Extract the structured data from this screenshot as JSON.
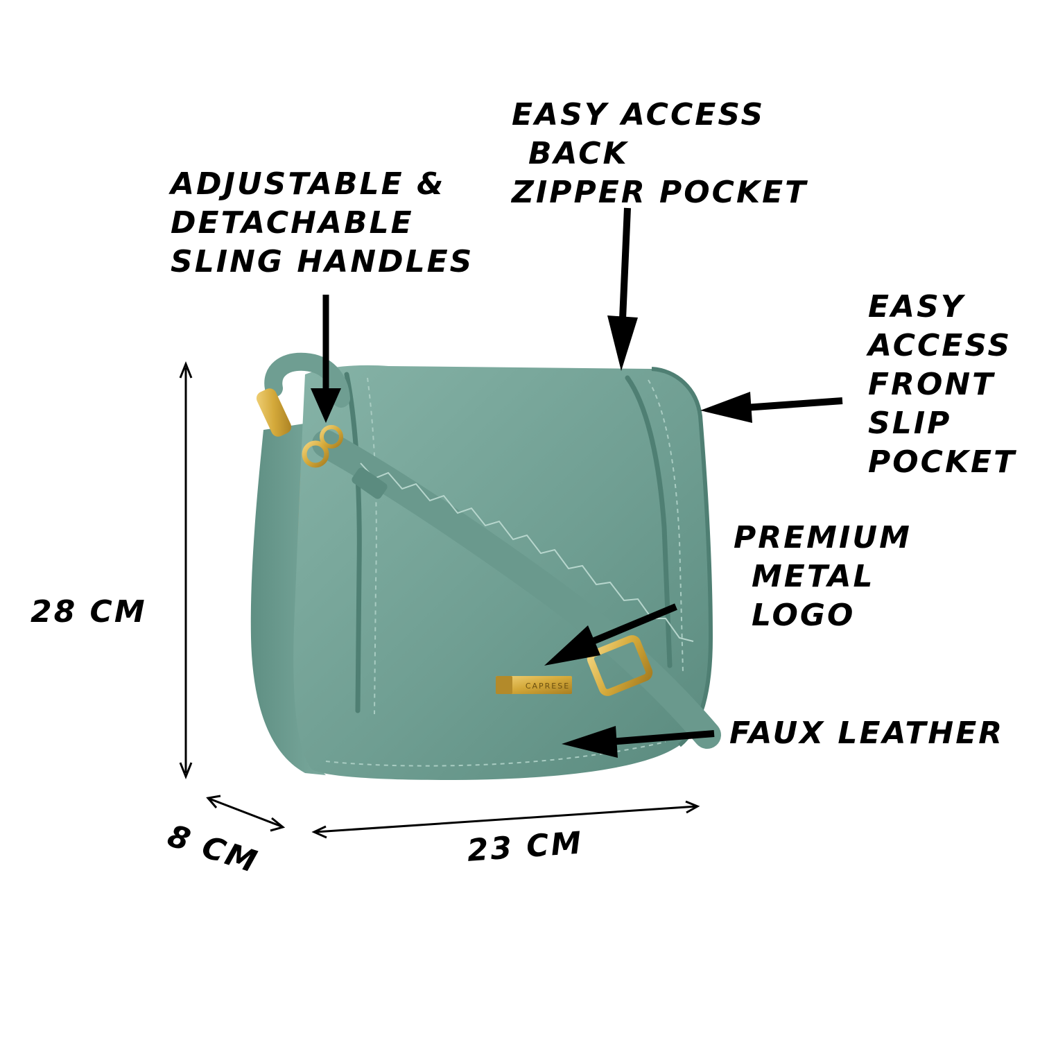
{
  "colors": {
    "background": "#ffffff",
    "ink": "#000000",
    "bag": "#6f9e92",
    "bag_dark": "#4f7f73",
    "bag_light": "#86b3a7",
    "hardware": "#d4a93a",
    "lining": "#b98a4a"
  },
  "labels": {
    "back_pocket": [
      "EASY ACCESS",
      " BACK",
      "ZIPPER POCKET"
    ],
    "sling": [
      "ADJUSTABLE &",
      "DETACHABLE",
      "SLING HANDLES"
    ],
    "front_pocket": [
      "EASY",
      "ACCESS",
      "FRONT",
      "SLIP",
      "POCKET"
    ],
    "logo": [
      "PREMIUM",
      " METAL",
      " LOGO"
    ],
    "material": "FAUX LEATHER"
  },
  "dimensions": {
    "height": "28 CM",
    "depth": "8 CM",
    "width": "23 CM"
  },
  "product": {
    "brand_plate": "CAPRESE",
    "brand_plate_icon": "metal-logo-plate"
  }
}
